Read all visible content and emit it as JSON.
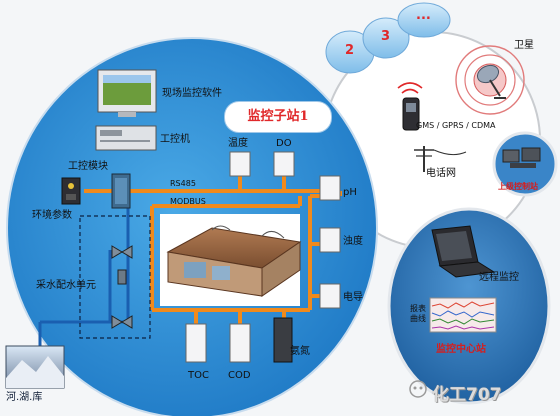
{
  "main_station": {
    "title": "监控子站1",
    "software": "现场监控软件",
    "ipc": "工控机",
    "control_module": "工控模块",
    "env_params": "环境参数",
    "sampling_unit": "采水配水单元",
    "source": "河.湖.库",
    "bus_rs485": "RS485",
    "bus_modbus": "MODBUS",
    "sensors": {
      "temperature": "温度",
      "do": "DO",
      "ph": "pH",
      "turbidity": "浊度",
      "conductivity": "电导",
      "ammonia": "氨氮",
      "toc": "TOC",
      "cod": "COD"
    }
  },
  "comm": {
    "bubbles": [
      "2",
      "3",
      "..."
    ],
    "satellite": "卫星",
    "mobile": "GMS / GPRS / CDMA",
    "phone": "电话网",
    "upper_station": "上级控制站"
  },
  "center": {
    "remote": "远程监控",
    "curve": "报表曲线",
    "title": "监控中心站"
  },
  "watermark": "化工707",
  "colors": {
    "big_circle": "#2f8fd4",
    "orange_bus": "#f08a1c",
    "center_circle": "#2f78b8",
    "red_label": "#e0282a"
  }
}
